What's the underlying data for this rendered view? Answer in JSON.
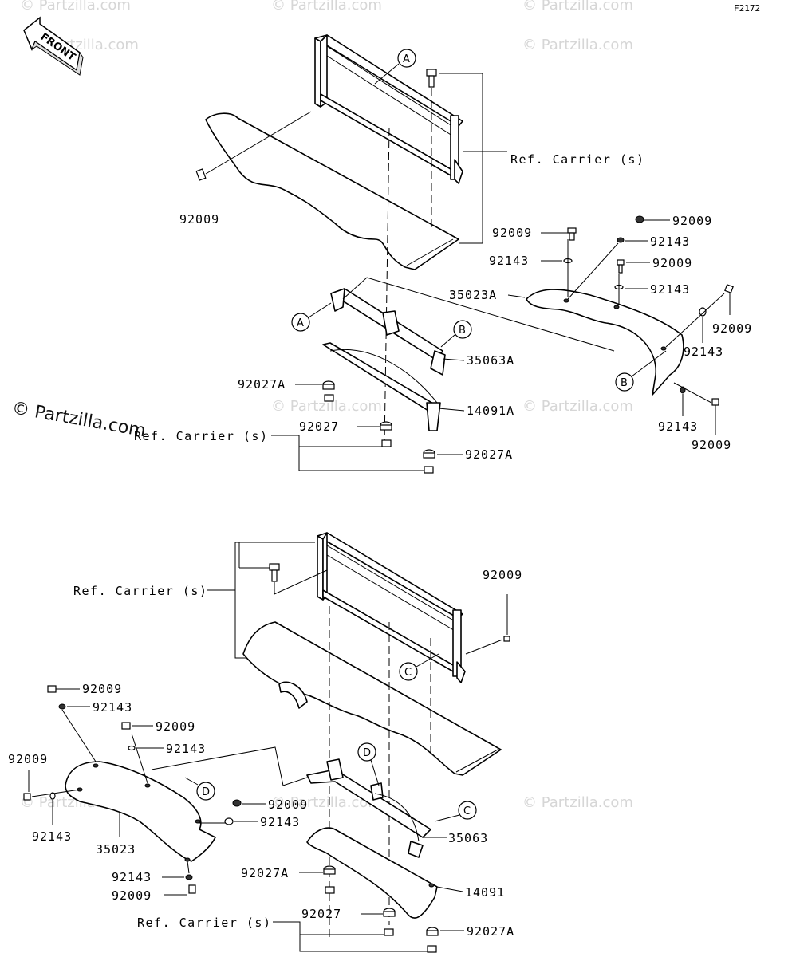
{
  "figure_id": "F2172",
  "front_label": "FRONT",
  "watermark": "© Partzilla.com",
  "watermark_small": "© Partzilla.com",
  "ref_carrier": "Ref. Carrier (s)",
  "parts": {
    "bolt": "92009",
    "washer": "92143",
    "nut_a": "92027A",
    "nut": "92027",
    "guard_upper": "35023A",
    "bracket_upper": "35063A",
    "bar_upper": "14091A",
    "guard_lower": "35023",
    "bracket_lower": "35063",
    "bar_lower": "14091"
  },
  "callouts": {
    "a": "A",
    "b": "B",
    "c": "C",
    "d": "D"
  }
}
